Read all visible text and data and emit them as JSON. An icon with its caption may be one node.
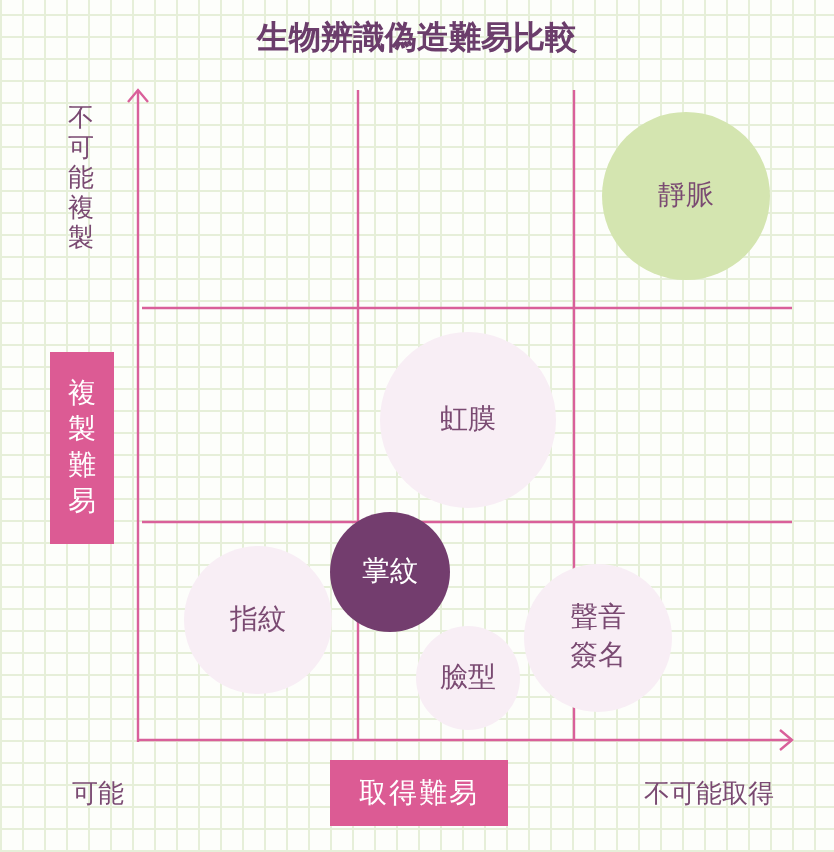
{
  "diagram": {
    "title": "生物辨識偽造難易比較",
    "nodes": [
      {
        "text": [
          "靜脈"
        ]
      },
      {
        "text": [
          "複製難易"
        ]
      },
      {
        "text": [
          "虹膜"
        ]
      },
      {
        "text": [
          "掌紋"
        ]
      },
      {
        "text": [
          "指紋"
        ]
      },
      {
        "text": [
          "聲音簽名"
        ]
      },
      {
        "text": [
          "臉型"
        ]
      },
      {
        "text": [
          "取得難易"
        ]
      }
    ],
    "labels": [
      "不可能複製",
      "可能",
      "不可能取得"
    ]
  }
}
